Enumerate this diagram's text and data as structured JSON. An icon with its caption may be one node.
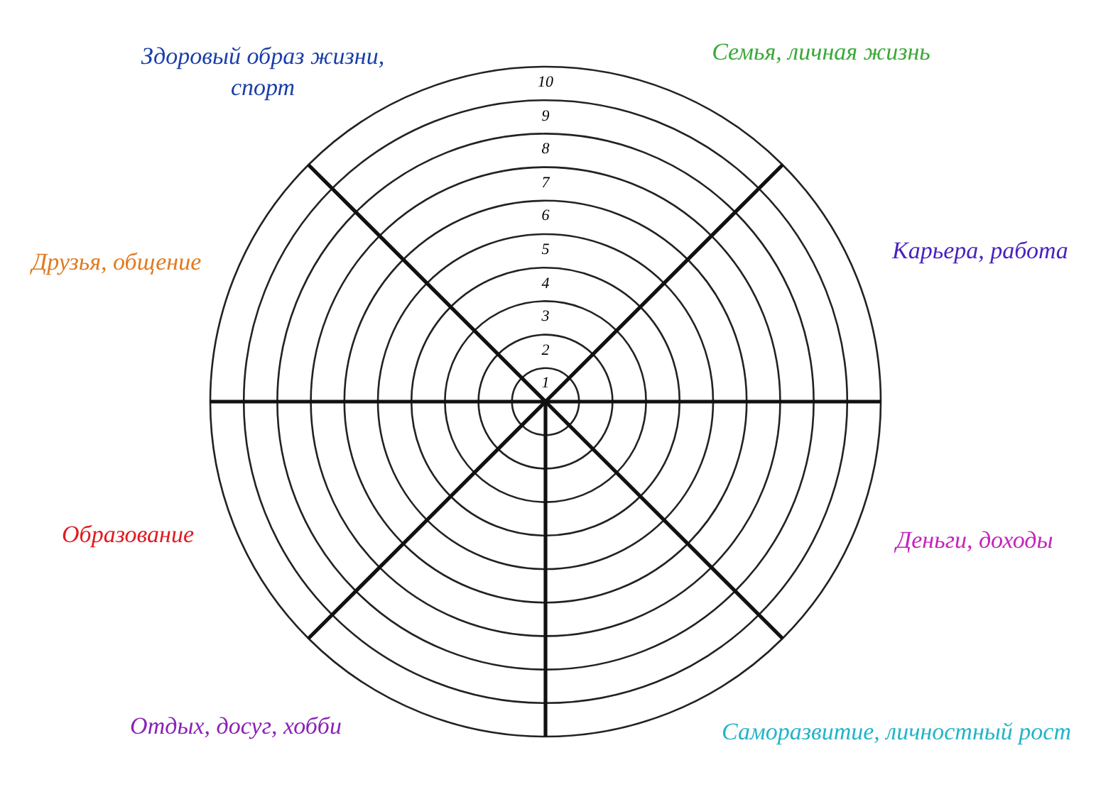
{
  "diagram": {
    "labels": [
      "Здоровый образ жизни, спорт",
      "Семья, личная жизнь",
      "Друзья, общение",
      "Карьера, работа",
      "Образование",
      "Деньги, доходы",
      "Отдых, досуг, хобби",
      "Саморазвитие, личностный рост",
      "10",
      "9",
      "8",
      "7",
      "6",
      "5",
      "4",
      "3",
      "2",
      "1"
    ]
  }
}
